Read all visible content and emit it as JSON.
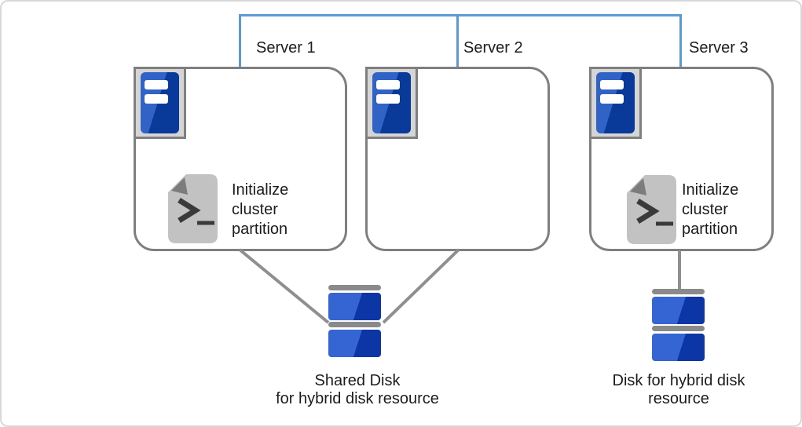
{
  "colors": {
    "connector-blue": "#5B9BD5",
    "box-border-gray": "#7F7F7F",
    "link-line-gray": "#8F8F8F",
    "server-blue-light": "#3162C6",
    "server-blue-dark": "#0A3A99",
    "disk-blue-light": "#3565D2",
    "disk-blue-dark": "#0C35A5",
    "disk-cap-gray": "#8A8A8A",
    "doc-gray": "#C2C2C2",
    "doc-fold-gray": "#7C7C7C"
  },
  "servers": [
    {
      "label": "Server 1",
      "script_text_lines": [
        "Initialize",
        "cluster",
        "partition"
      ]
    },
    {
      "label": "Server 2"
    },
    {
      "label": "Server 3",
      "script_text_lines": [
        "Initialize",
        "cluster",
        "partition"
      ]
    }
  ],
  "disks": [
    {
      "label_lines": [
        "Shared Disk",
        "for hybrid disk resource"
      ]
    },
    {
      "label_lines": [
        "Disk for hybrid disk",
        "resource"
      ]
    }
  ]
}
